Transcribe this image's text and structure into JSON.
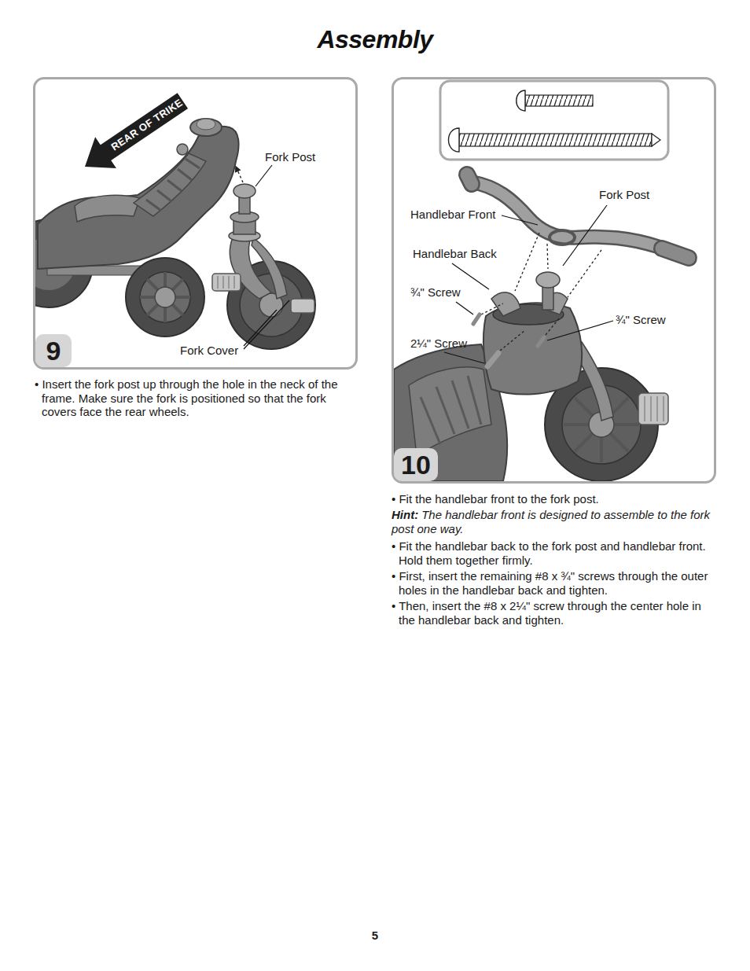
{
  "diagram": {
    "title": "Assembly",
    "nodes": [
      {
        "text": [
          "REAR OF TRIKE",
          "Fork Post",
          "Fork Cover"
        ]
      },
      {
        "text": [
          "9"
        ],
        "in": 0
      },
      {
        "text": [
          "Handlebar Front",
          "Fork Post",
          "Handlebar Back",
          "¾\" Screw",
          "2¼\" Screw",
          "¾\" Screw"
        ]
      },
      {
        "text": [
          "10"
        ],
        "in": 2
      }
    ],
    "labels": [
      "• Insert the fork post up through the hole in the neck of the frame. Make sure the fork is positioned so that the fork covers face the rear wheels.",
      "• Fit the handlebar front to the fork post.",
      "Hint:",
      "The handlebar front is designed to assemble to the fork post one way.",
      "• Fit the handlebar back to the fork post and handlebar front. Hold them together firmly.",
      "• First, insert the remaining #8 x ¾\" screws through the outer holes in the handlebar back and tighten.",
      "• Then, insert the #8 x 2¼\" screw through the center hole in the handlebar back and tighten.",
      "5"
    ]
  }
}
